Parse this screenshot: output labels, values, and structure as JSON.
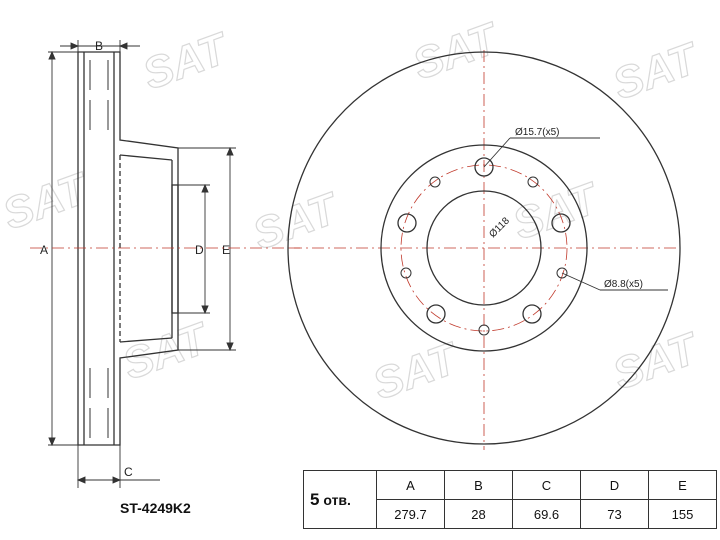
{
  "watermark": "SAT",
  "part_number": "ST-4249K2",
  "quantity": {
    "number": "5",
    "unit": "отв."
  },
  "dimension_labels": {
    "A": "A",
    "B": "B",
    "C": "C",
    "D": "D",
    "E": "E"
  },
  "annotations": {
    "stud_holes": "Ø15.7(x5)",
    "small_holes": "Ø8.8(x5)",
    "center_bore": "Ø118"
  },
  "spec_table": {
    "headers": [
      "A",
      "B",
      "C",
      "D",
      "E"
    ],
    "values": [
      "279.7",
      "28",
      "69.6",
      "73",
      "155"
    ]
  },
  "colors": {
    "line": "#333333",
    "center_line": "#c0392b",
    "watermark": "#d9d9d9"
  }
}
